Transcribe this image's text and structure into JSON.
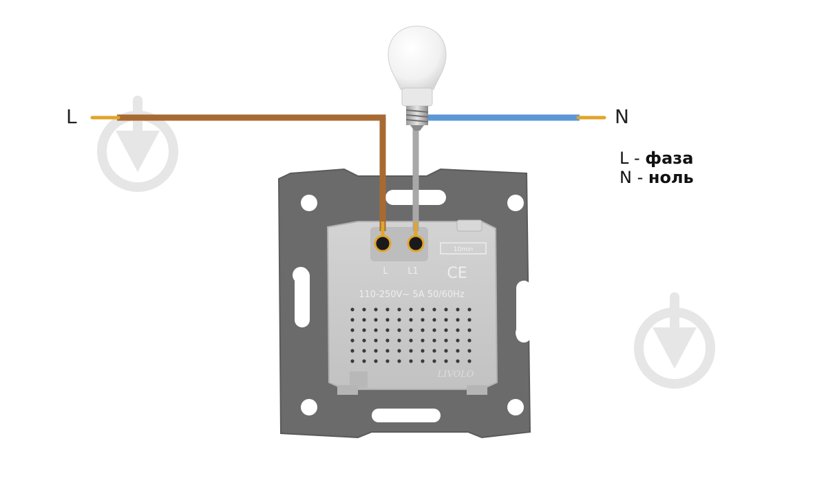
{
  "wires": {
    "left_label": "L",
    "right_label": "N"
  },
  "legend": [
    {
      "key": "L - ",
      "value": "фаза"
    },
    {
      "key": "N - ",
      "value": "ноль"
    }
  ],
  "module": {
    "terminal_left": "L",
    "terminal_right": "L1",
    "rating": "110-250V~ 5A 50/60Hz",
    "timer": "10min",
    "cert": "CE",
    "brand": "LIVOLO"
  },
  "colors": {
    "phase_wire": "#a86a33",
    "neutral_wire": "#5b97d6",
    "lamp_wire": "#a8a8a8",
    "frame": "#6b6b6b",
    "module": "#c9c9c9",
    "copper": "#e2a52b",
    "watermark": "#e6e6e6"
  },
  "icons": [
    "download-watermark-icon",
    "light-bulb-icon",
    "ce-mark-icon"
  ]
}
